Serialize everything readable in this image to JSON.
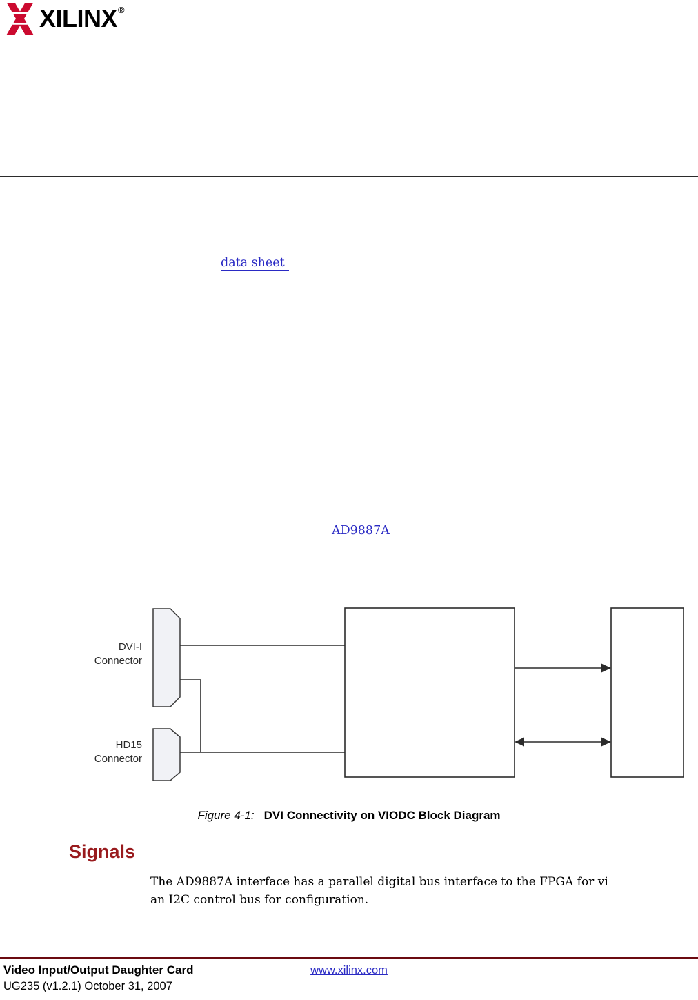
{
  "colors": {
    "xilinx_red": "#CB0A2F",
    "heading_red": "#991B1E",
    "footer_bar_red": "#6B0A10",
    "link_blue": "#2A2AC4",
    "diagram_line": "#2B2B2B",
    "connector_fill": "#F1F2F6"
  },
  "logo": {
    "wordmark": "XILINX",
    "registered": "®"
  },
  "body_links": {
    "data_sheet": "data sheet",
    "ad9887a": "AD9887A"
  },
  "diagram": {
    "dvi_label_line1": "DVI-I",
    "dvi_label_line2": "Connector",
    "hd15_label_line1": "HD15",
    "hd15_label_line2": "Connector"
  },
  "caption": {
    "label": "Figure 4-1:",
    "title": "DVI Connectivity on VIODC Block Diagram"
  },
  "signals": {
    "heading": "Signals",
    "line1": "The AD9887A interface has a parallel digital bus interface to the FPGA for vi",
    "line2": "an I2C control bus for configuration."
  },
  "footer": {
    "product": "Video Input/Output Daughter Card",
    "site": "www.xilinx.com",
    "doc_id": "UG235 (v1.2.1) October 31, 2007"
  }
}
